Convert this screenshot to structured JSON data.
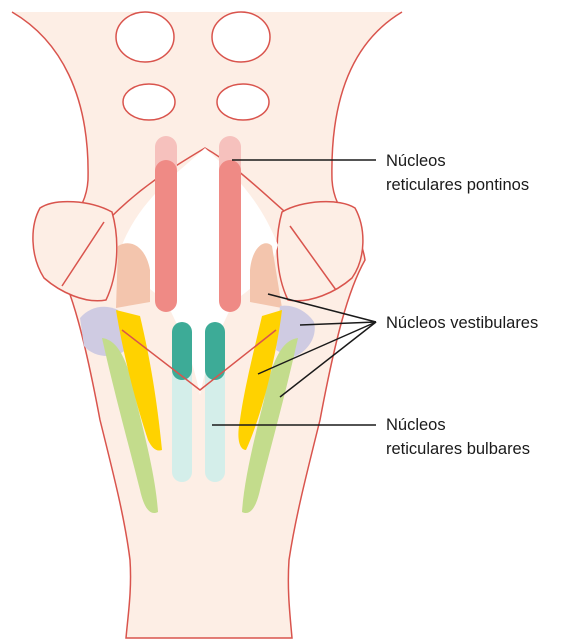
{
  "labels": {
    "pontine": {
      "line1": "Núcleos",
      "line2": "reticulares pontinos"
    },
    "vestibular": {
      "line1": "Núcleos vestibulares"
    },
    "bulbar": {
      "line1": "Núcleos",
      "line2": "reticulares bulbares"
    }
  },
  "colors": {
    "outline": "#d9544d",
    "body_fill": "#fdeee5",
    "pontine_nuclei": "#ef8a85",
    "pontine_nuclei_light": "#f6c1bd",
    "vestibular_yellow": "#ffd200",
    "vestibular_purple": "#cfcbe2",
    "vestibular_peach": "#f3c5ad",
    "green_band": "#c3dc8c",
    "teal_bulbar": "#3dab97",
    "teal_bulbar_light": "#d4eeea"
  }
}
